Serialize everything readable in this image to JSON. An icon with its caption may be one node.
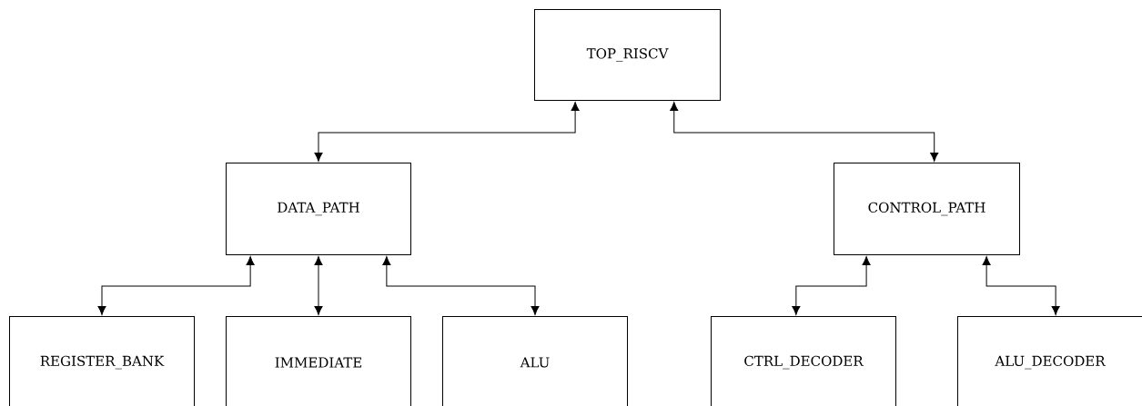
{
  "diagram": {
    "nodes": [
      {
        "text": [
          "TOP_RISCV"
        ]
      },
      {
        "text": [
          "DATA_PATH"
        ]
      },
      {
        "text": [
          "CONTROL_PATH"
        ]
      },
      {
        "text": [
          "REGISTER_BANK"
        ]
      },
      {
        "text": [
          "IMMEDIATE"
        ]
      },
      {
        "text": [
          "ALU"
        ]
      },
      {
        "text": [
          "CTRL_DECODER"
        ]
      },
      {
        "text": [
          "ALU_DECODER"
        ]
      }
    ],
    "edges": [
      {
        "from": 0,
        "to": 1,
        "arrow": "both"
      },
      {
        "from": 0,
        "to": 2,
        "arrow": "both"
      },
      {
        "from": 1,
        "to": 3,
        "arrow": "both"
      },
      {
        "from": 1,
        "to": 4,
        "arrow": "both"
      },
      {
        "from": 1,
        "to": 5,
        "arrow": "both"
      },
      {
        "from": 2,
        "to": 6,
        "arrow": "both"
      },
      {
        "from": 2,
        "to": 7,
        "arrow": "both"
      }
    ]
  }
}
